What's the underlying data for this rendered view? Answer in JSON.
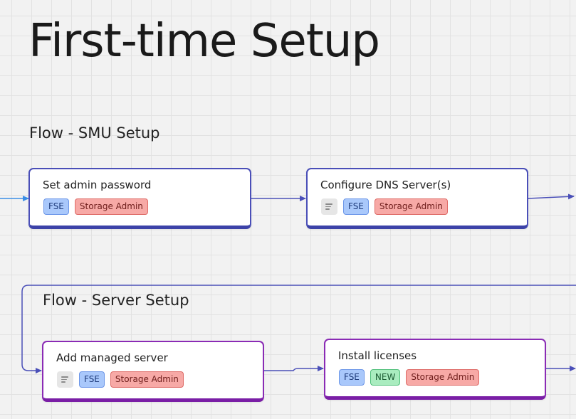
{
  "page": {
    "title": "First-time Setup"
  },
  "flows": [
    {
      "title": "Flow - SMU Setup",
      "cards": [
        {
          "title": "Set admin password",
          "has_note": false,
          "tags": [
            "FSE",
            "Storage Admin"
          ]
        },
        {
          "title": "Configure DNS Server(s)",
          "has_note": true,
          "tags": [
            "FSE",
            "Storage Admin"
          ]
        }
      ]
    },
    {
      "title": "Flow - Server Setup",
      "cards": [
        {
          "title": "Add managed server",
          "has_note": true,
          "tags": [
            "FSE",
            "Storage Admin"
          ]
        },
        {
          "title": "Install licenses",
          "has_note": false,
          "tags": [
            "FSE",
            "NEW",
            "Storage Admin"
          ]
        }
      ]
    }
  ],
  "icons": {
    "note": "notes-icon"
  },
  "colors": {
    "smu_border": "#4a4fb8",
    "server_border": "#8a2bb5",
    "fse_tag": "#a9c8fb",
    "admin_tag": "#f7a9a6",
    "new_tag": "#a9ecbf",
    "connector": "#4a4fb8"
  }
}
